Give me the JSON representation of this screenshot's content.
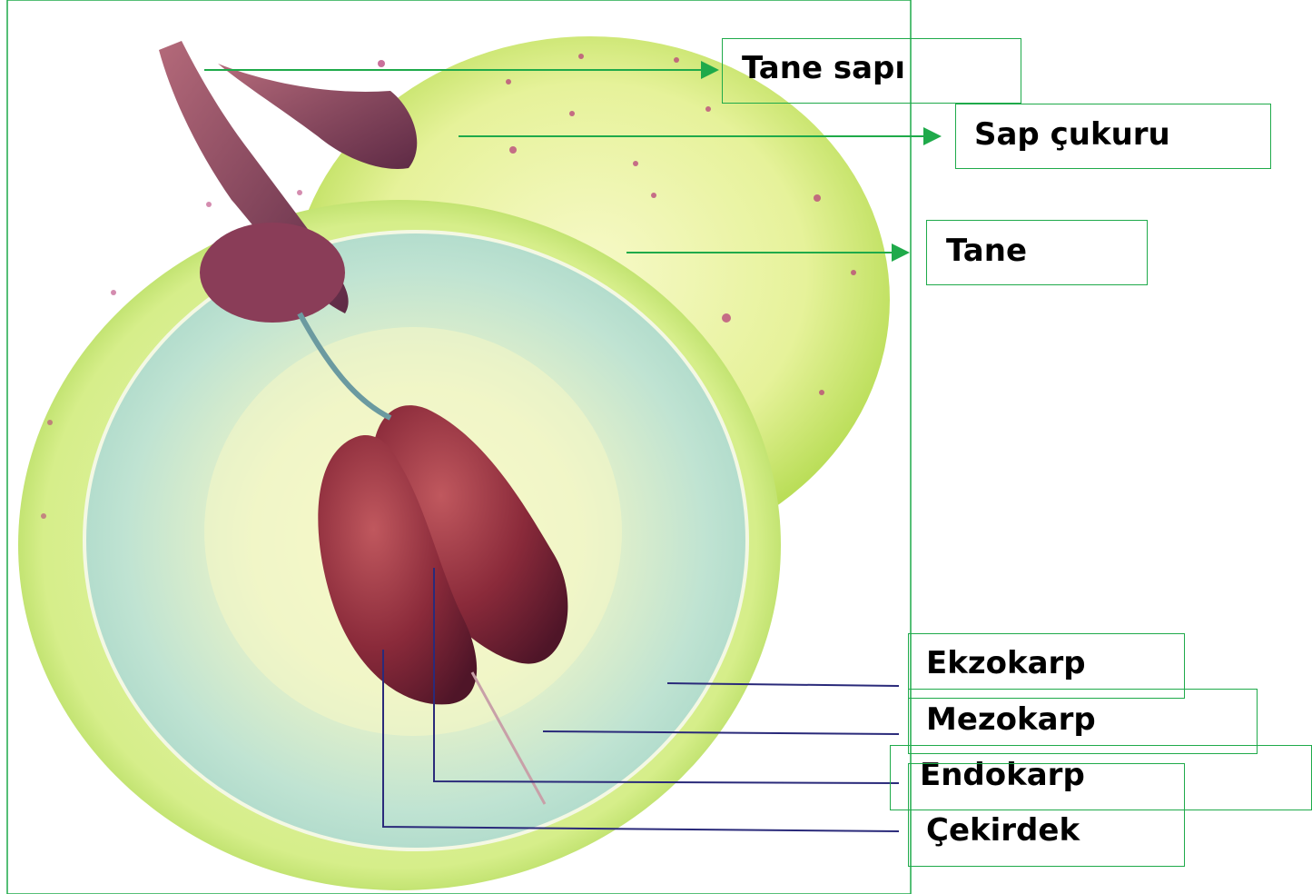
{
  "diagram": {
    "labels": {
      "tane_sapi": "Tane sapı",
      "sap_cukuru": "Sap çukuru",
      "tane": "Tane",
      "ekzokarp": "Ekzokarp",
      "mezokarp": "Mezokarp",
      "endokarp": "Endokarp",
      "cekirdek": "Çekirdek"
    },
    "colors": {
      "frame": "#1faa4a",
      "arrow": "#1faa4a",
      "leader": "#2a2a7a",
      "fruit_light": "#eef5b0",
      "fruit_green": "#a9d63f",
      "flesh": "#c8e6d0",
      "seed": "#8a2a3a",
      "stem": "#7a3d55"
    }
  }
}
